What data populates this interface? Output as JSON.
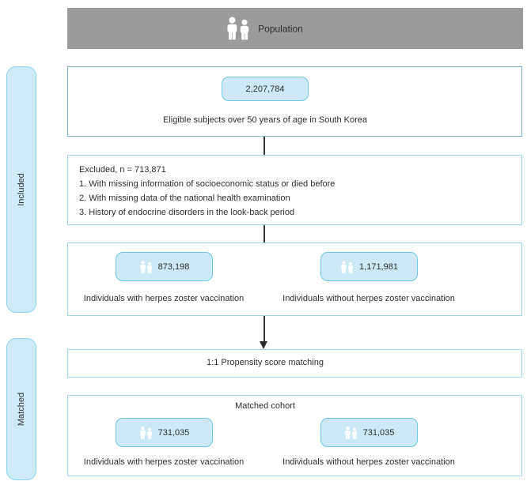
{
  "header": {
    "label": "Population"
  },
  "sidebar": {
    "included_label": "Included",
    "matched_label": "Matched"
  },
  "eligible": {
    "count": "2,207,784",
    "label": "Eligible subjects over 50 years of age in South Korea"
  },
  "excluded": {
    "title": "Excluded, n = 713,871",
    "items": [
      "1. With missing information of socioeconomic status or died before",
      "2. With missing data of the national health examination",
      "3. History of endocrine disorders in the look-back period"
    ]
  },
  "split": {
    "left": {
      "count": "873,198",
      "label": "Individuals with herpes zoster vaccination"
    },
    "right": {
      "count": "1,171,981",
      "label": "Individuals without herpes zoster vaccination"
    }
  },
  "matching": {
    "label": "1:1 Propensity score matching"
  },
  "matched": {
    "title": "Matched cohort",
    "left": {
      "count": "731,035",
      "label": "Individuals with herpes zoster vaccination"
    },
    "right": {
      "count": "731,035",
      "label": "Individuals without herpes zoster vaccination"
    }
  },
  "colors": {
    "header_bar": "#9b9b9b",
    "box_border_primary": "#7cb4d2",
    "box_border_light": "#a2d9eb",
    "pill_fill": "#cde9f7",
    "pill_border": "#6fc6e6",
    "sidebar_fill": "#cfeaf7",
    "sidebar_border": "#8fd3ec",
    "text": "#2f2f2f"
  }
}
